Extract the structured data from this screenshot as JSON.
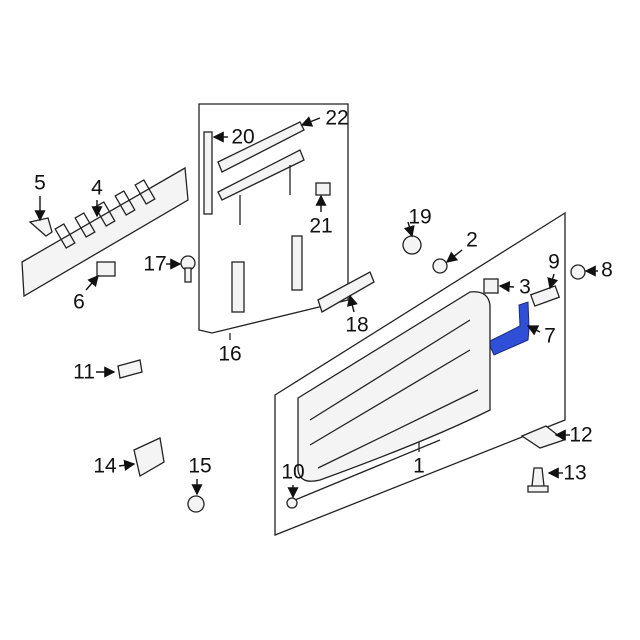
{
  "diagram": {
    "highlight_color": "#2f4fd6",
    "callouts": [
      "1",
      "2",
      "3",
      "4",
      "5",
      "6",
      "7",
      "8",
      "9",
      "10",
      "11",
      "12",
      "13",
      "14",
      "15",
      "16",
      "17",
      "18",
      "19",
      "20",
      "21",
      "22"
    ]
  }
}
